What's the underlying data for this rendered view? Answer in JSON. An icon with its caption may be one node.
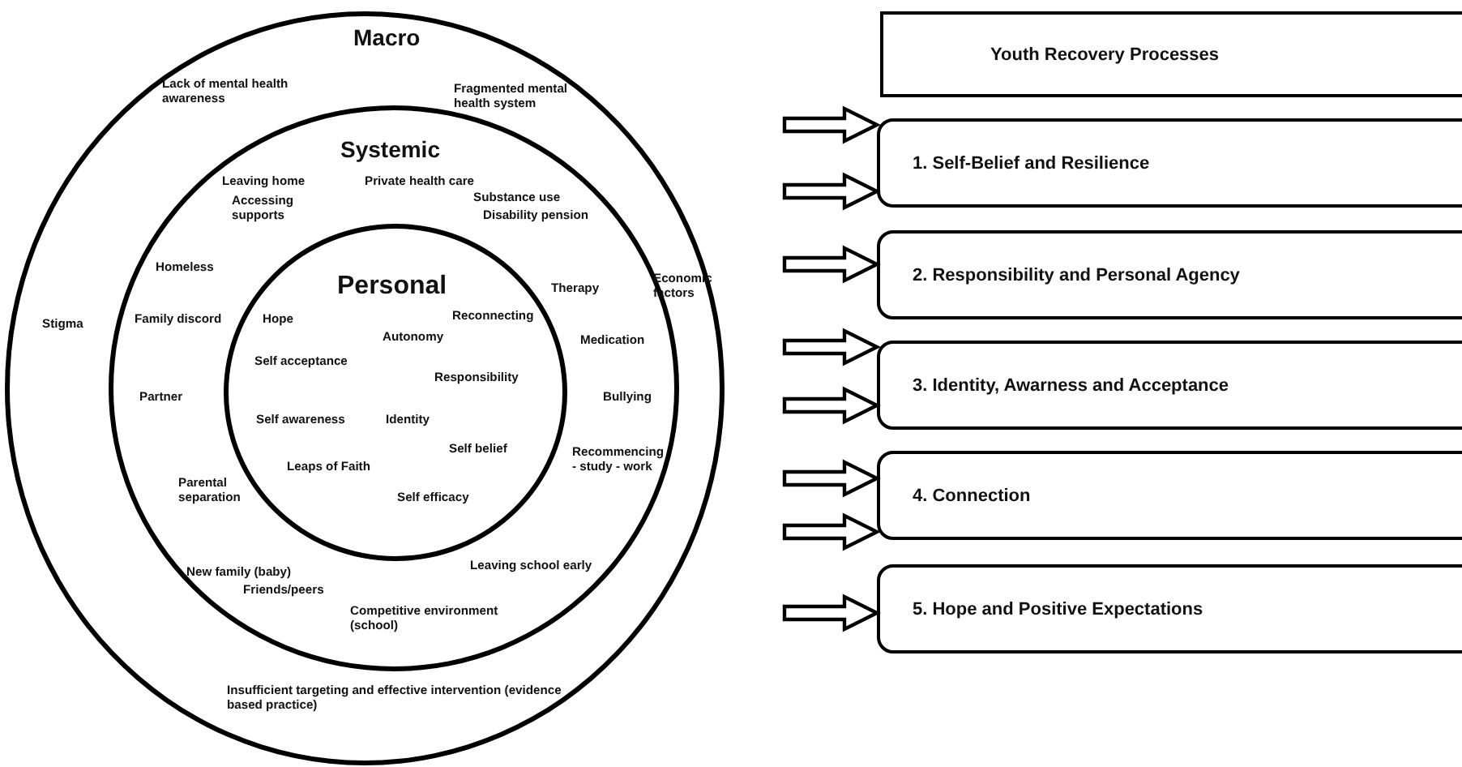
{
  "diagram": {
    "nodes": [
      {
        "text": [
          "Macro",
          "Lack of mental health awareness",
          "Fragmented mental health system",
          "Stigma",
          "Economic factors",
          "Insufficient targeting and effective intervention (evidence based practice)"
        ]
      },
      {
        "text": [
          "Systemic",
          "Leaving home",
          "Private health care",
          "Substance use",
          "Accessing supports",
          "Disability pension",
          "Homeless",
          "Therapy",
          "Family discord",
          "Medication",
          "Partner",
          "Bullying",
          "Recommencing - study - work",
          "Parental separation",
          "New family (baby)",
          "Leaving school early",
          "Friends/peers",
          "Competitive environment (school)"
        ],
        "in": 0
      },
      {
        "text": [
          "Personal",
          "Hope",
          "Reconnecting",
          "Autonomy",
          "Self acceptance",
          "Responsibility",
          "Self awareness",
          "Identity",
          "Self belief",
          "Leaps of Faith",
          "Self efficacy"
        ],
        "in": 1
      },
      {
        "text": [
          "Youth Recovery Processes"
        ]
      },
      {
        "text": [
          "1. Self-Belief and Resilience"
        ]
      },
      {
        "text": [
          "2. Responsibility and Personal Agency"
        ]
      },
      {
        "text": [
          "3. Identity, Awarness and Acceptance"
        ]
      },
      {
        "text": [
          "4. Connection"
        ]
      },
      {
        "text": [
          "5. Hope and Positive Expectations"
        ]
      }
    ],
    "edges": [
      {
        "from": null,
        "to": 4,
        "arrow": "to"
      },
      {
        "from": null,
        "to": 4,
        "arrow": "to"
      },
      {
        "from": null,
        "to": 5,
        "arrow": "to"
      },
      {
        "from": null,
        "to": 6,
        "arrow": "to"
      },
      {
        "from": null,
        "to": 6,
        "arrow": "to"
      },
      {
        "from": null,
        "to": 7,
        "arrow": "to"
      },
      {
        "from": null,
        "to": 7,
        "arrow": "to"
      },
      {
        "from": null,
        "to": 8,
        "arrow": "to"
      }
    ]
  }
}
